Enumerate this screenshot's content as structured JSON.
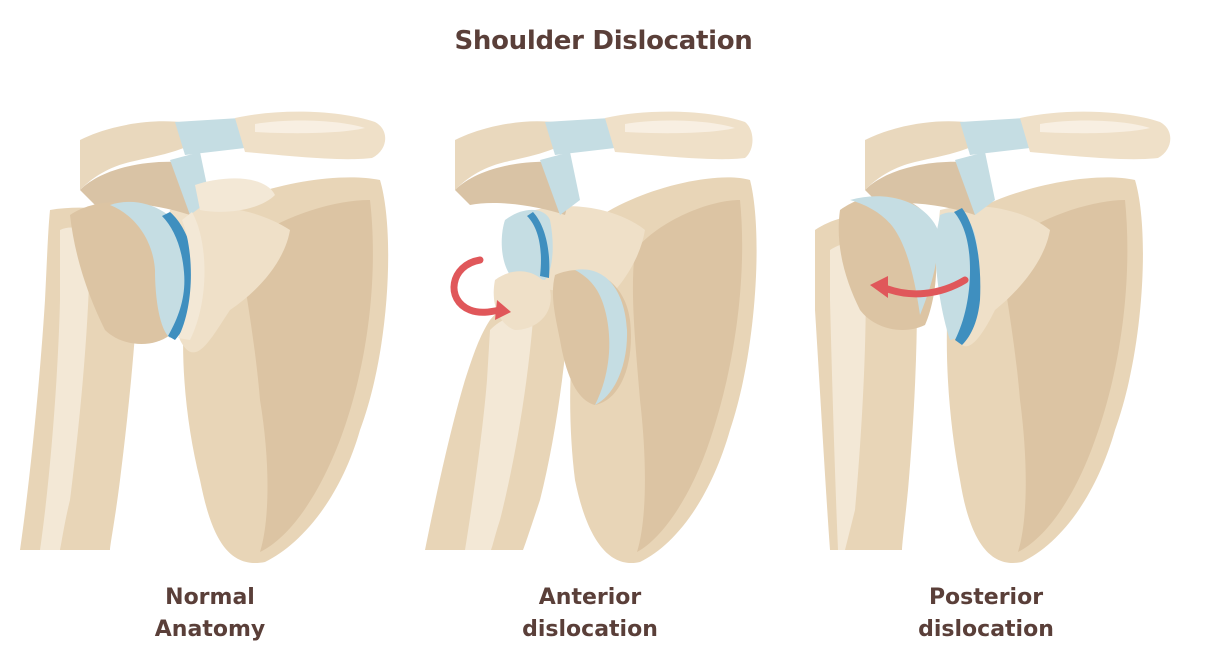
{
  "title": "Shoulder Dislocation",
  "panels": [
    {
      "id": "normal",
      "caption_lines": [
        "Normal",
        "Anatomy"
      ]
    },
    {
      "id": "anterior",
      "caption_lines": [
        "Anterior",
        "dislocation"
      ]
    },
    {
      "id": "posterior",
      "caption_lines": [
        "Posterior",
        "dislocation"
      ]
    }
  ],
  "colors": {
    "bone_light": "#efe0c8",
    "bone_mid": "#e4cfb0",
    "bone_shadow": "#d6bea0",
    "bone_highlight": "#f8efe2",
    "cartilage": "#c5dde3",
    "labrum": "#3f8fbf",
    "arrow": "#e0575a",
    "text": "#5a3f39"
  }
}
